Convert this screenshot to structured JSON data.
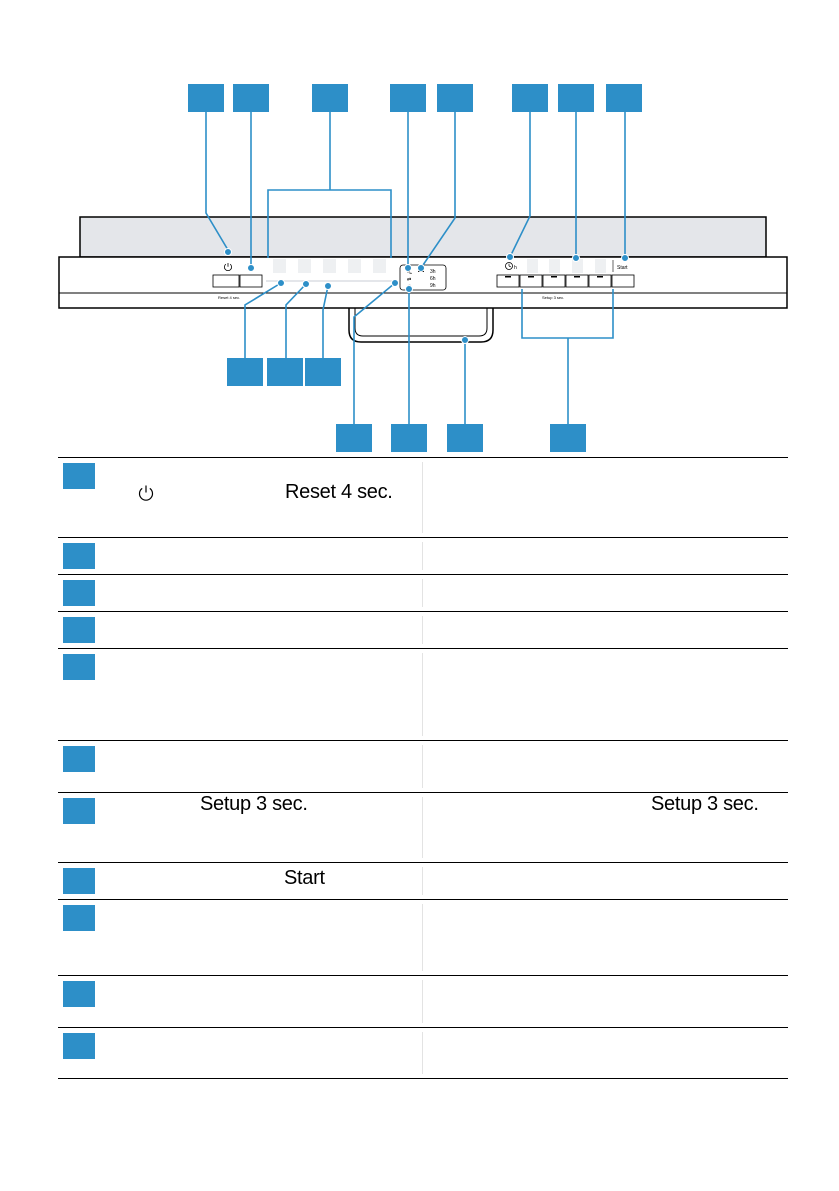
{
  "panel": {
    "reset_label": "Reset 4 sec.",
    "setup_label": "Setup 3 sec.",
    "start_label": "Start",
    "time_labels": [
      "3h",
      "6h",
      "9h"
    ],
    "hours_abbr": "h"
  },
  "legend": {
    "rows": [
      {
        "marker": "",
        "left_parts": [
          {
            "kind": "icon",
            "name": "power-icon"
          },
          {
            "kind": "text",
            "value": "Reset 4 sec."
          }
        ],
        "right_text": ""
      },
      {
        "marker": "",
        "left_parts": [],
        "right_text": ""
      },
      {
        "marker": "",
        "left_parts": [],
        "right_text": ""
      },
      {
        "marker": "",
        "left_parts": [],
        "right_text": ""
      },
      {
        "marker": "",
        "left_parts": [],
        "right_text": ""
      },
      {
        "marker": "",
        "left_parts": [],
        "right_text": ""
      },
      {
        "marker": "",
        "left_parts": [
          {
            "kind": "text",
            "value": "Setup 3 sec."
          }
        ],
        "right_text": "Setup 3 sec."
      },
      {
        "marker": "",
        "left_parts": [
          {
            "kind": "text",
            "value": "Start"
          }
        ],
        "right_text": ""
      },
      {
        "marker": "",
        "left_parts": [],
        "right_text": ""
      },
      {
        "marker": "",
        "left_parts": [],
        "right_text": ""
      },
      {
        "marker": "",
        "left_parts": [],
        "right_text": ""
      }
    ]
  },
  "colors": {
    "marker_blue": "#2d8fc8",
    "panel_gray": "#e4e6ea"
  }
}
